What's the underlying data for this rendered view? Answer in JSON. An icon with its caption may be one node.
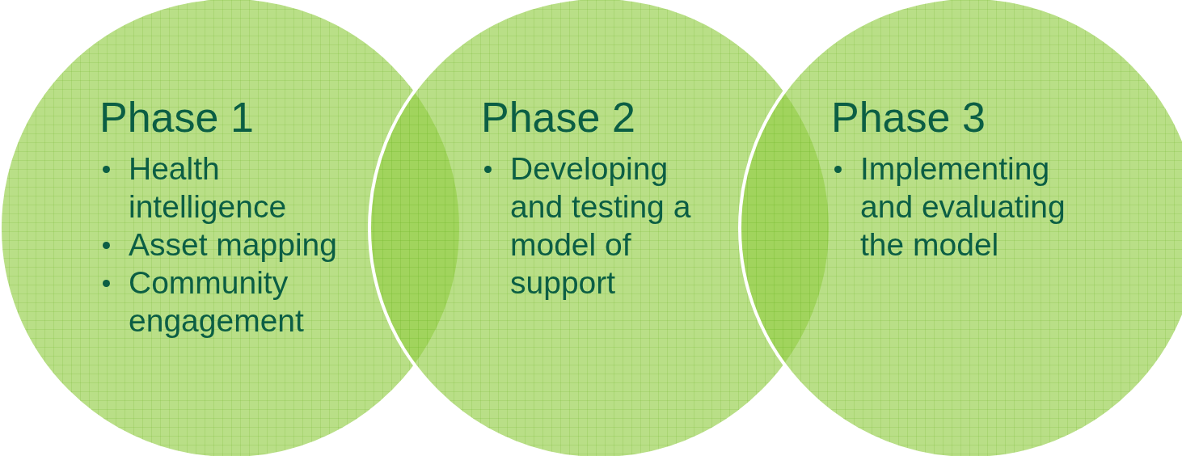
{
  "diagram": {
    "nodes": [
      {
        "text": [
          "Phase 1",
          "Health intelligence",
          "Asset mapping",
          "Community engagement"
        ]
      },
      {
        "text": [
          "Phase 2",
          "Developing and testing a model of support"
        ]
      },
      {
        "text": [
          "Phase 3",
          "Implementing and evaluating the model"
        ]
      }
    ]
  }
}
